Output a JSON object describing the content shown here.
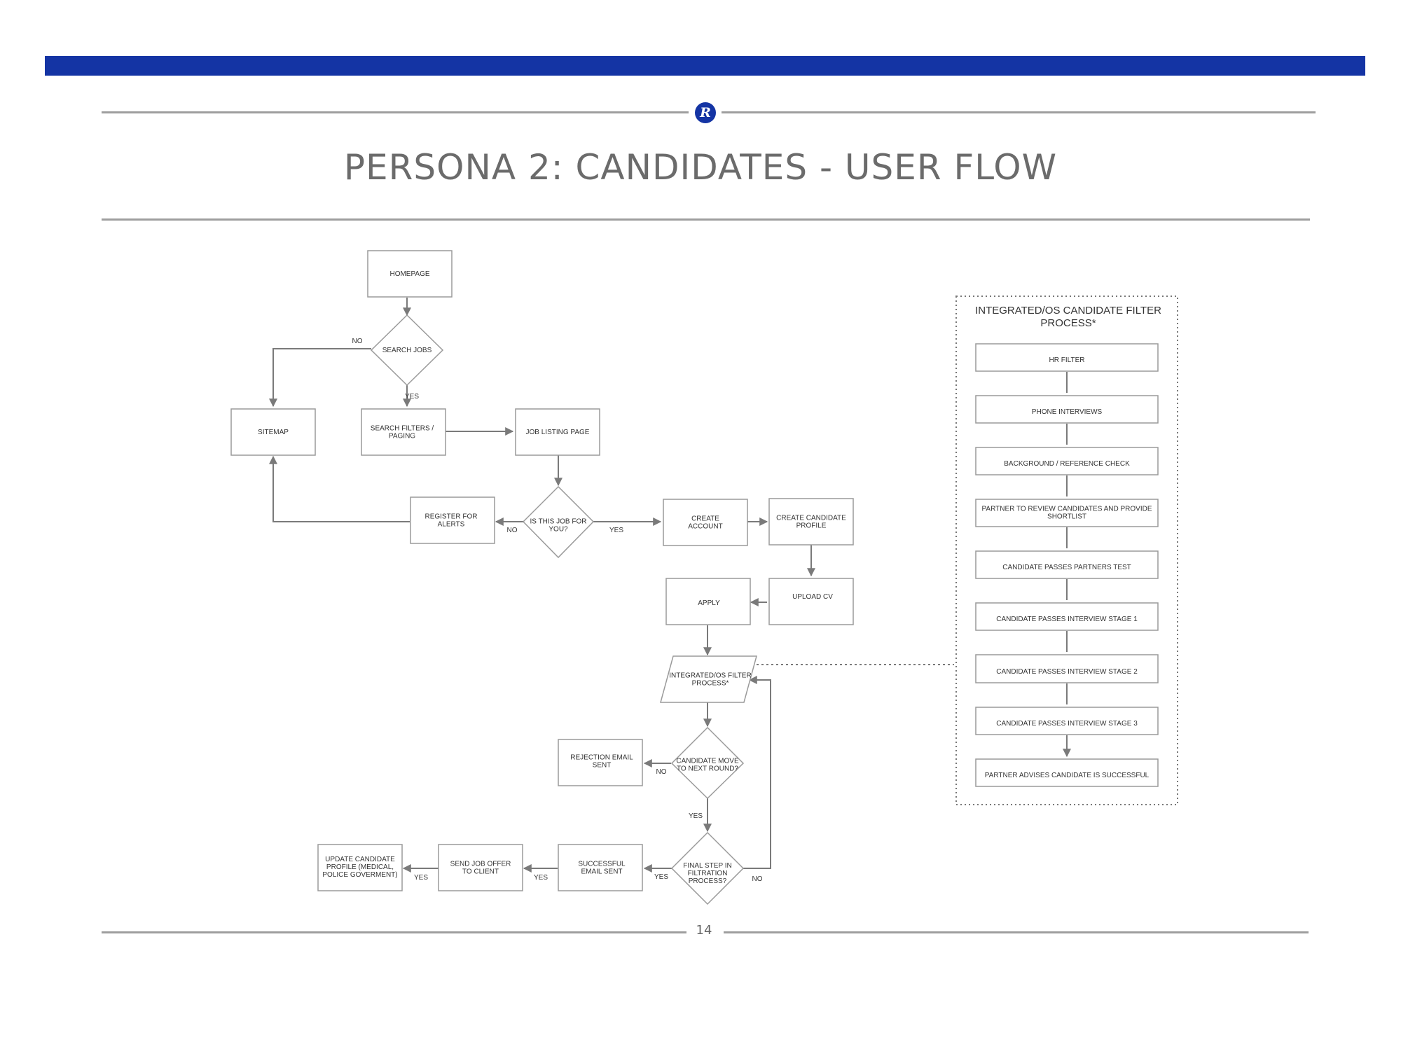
{
  "colors": {
    "accent": "#1434A4",
    "line": "#7a7a7a",
    "box_stroke": "#9a9a9a",
    "rule": "#9e9e9e"
  },
  "logo_letter": "R",
  "page_title": "PERSONA 2: CANDIDATES - USER FLOW",
  "page_number": "14",
  "flow": {
    "homepage": [
      "HOMEPAGE"
    ],
    "search_jobs": [
      "SEARCH JOBS"
    ],
    "sitemap": [
      "SITEMAP"
    ],
    "search_filters": [
      "SEARCH FILTERS /",
      "PAGING"
    ],
    "job_listing": [
      "JOB LISTING PAGE"
    ],
    "register_alerts": [
      "REGISTER FOR",
      "ALERTS"
    ],
    "is_this_job": [
      "IS THIS JOB FOR",
      "YOU?"
    ],
    "create_account": [
      "CREATE",
      "ACCOUNT"
    ],
    "create_profile": [
      "CREATE CANDIDATE",
      "PROFILE"
    ],
    "upload_cv": [
      "UPLOAD CV"
    ],
    "apply": [
      "APPLY"
    ],
    "filter_process": [
      "INTEGRATED/OS FILTER",
      "PROCESS*"
    ],
    "candidate_move": [
      "CANDIDATE MOVE",
      "TO NEXT ROUND?"
    ],
    "rejection_email": [
      "REJECTION EMAIL",
      "SENT"
    ],
    "final_step": [
      "FINAL STEP IN",
      "FILTRATION",
      "PROCESS?"
    ],
    "successful_email": [
      "SUCCESSFUL",
      "EMAIL SENT"
    ],
    "send_offer": [
      "SEND JOB OFFER",
      "TO CLIENT"
    ],
    "update_profile": [
      "UPDATE CANDIDATE",
      "PROFILE (MEDICAL,",
      "POLICE GOVERMENT)"
    ]
  },
  "edge_labels": {
    "search_no": "NO",
    "search_yes": "YES",
    "job_no": "NO",
    "job_yes": "YES",
    "move_no": "NO",
    "move_yes": "YES",
    "final_yes": "YES",
    "final_no": "NO",
    "success_yes": "YES",
    "offer_yes": "YES"
  },
  "filter_panel": {
    "title": [
      "INTEGRATED/OS CANDIDATE FILTER",
      "PROCESS*"
    ],
    "steps": [
      [
        "HR FILTER"
      ],
      [
        "PHONE INTERVIEWS"
      ],
      [
        "BACKGROUND / REFERENCE CHECK"
      ],
      [
        "PARTNER TO REVIEW CANDIDATES AND PROVIDE",
        "SHORTLIST"
      ],
      [
        "CANDIDATE PASSES PARTNERS TEST"
      ],
      [
        "CANDIDATE PASSES INTERVIEW STAGE 1"
      ],
      [
        "CANDIDATE PASSES INTERVIEW STAGE 2"
      ],
      [
        "CANDIDATE PASSES INTERVIEW STAGE 3"
      ],
      [
        "PARTNER ADVISES CANDIDATE IS SUCCESSFUL"
      ]
    ]
  }
}
